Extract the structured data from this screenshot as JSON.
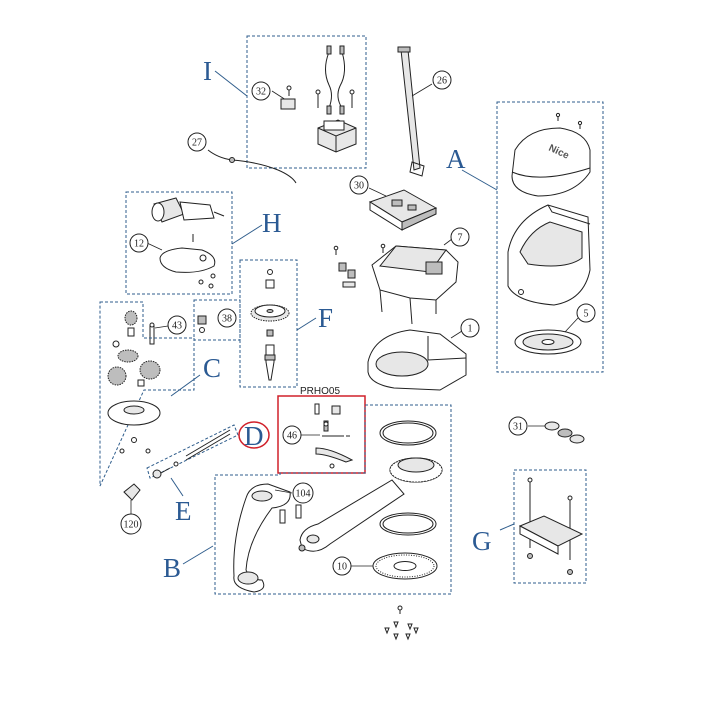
{
  "groups": {
    "A": "A",
    "B": "B",
    "C": "C",
    "D": "D",
    "E": "E",
    "F": "F",
    "G": "G",
    "H": "H",
    "I": "I"
  },
  "callouts": {
    "c1": "1",
    "c5": "5",
    "c7": "7",
    "c10": "10",
    "c12": "12",
    "c26": "26",
    "c27": "27",
    "c30": "30",
    "c31": "31",
    "c32": "32",
    "c38": "38",
    "c43": "43",
    "c46": "46",
    "c104": "104",
    "c120": "120"
  },
  "kit_code": "PRHO05",
  "brand_label": "Nice",
  "colors": {
    "group_blue": "#2b5a93",
    "highlight_red": "#d0202a"
  },
  "icons": [
    "screw-icon",
    "gear-icon",
    "motor-icon",
    "transformer-icon"
  ]
}
